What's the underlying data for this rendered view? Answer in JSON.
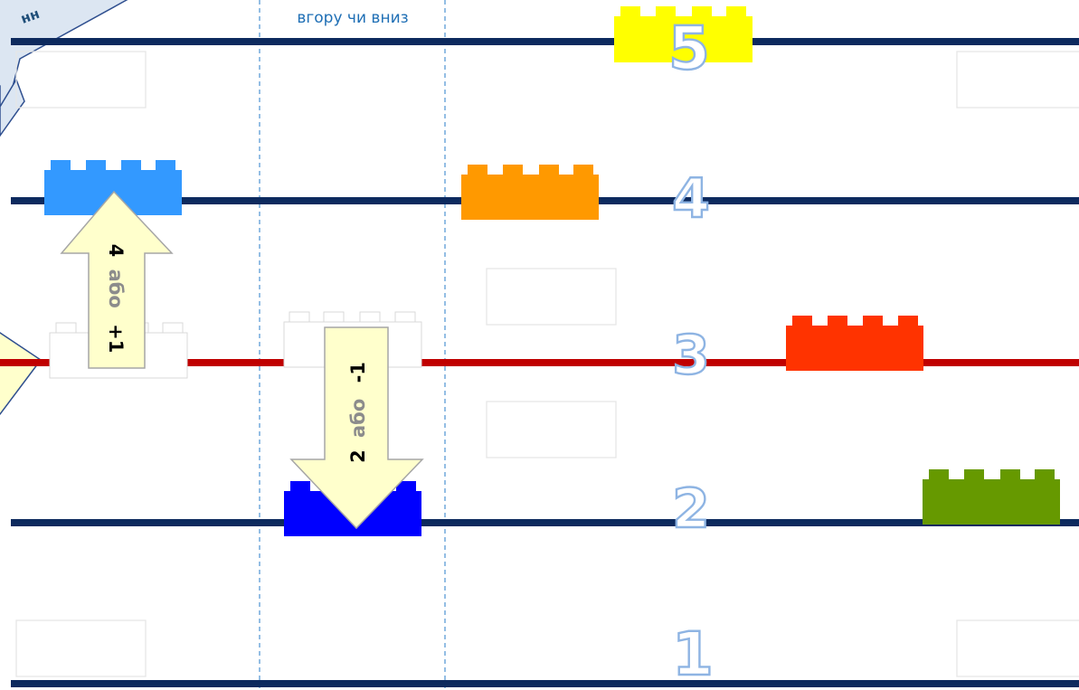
{
  "caption": "вгору чи вниз",
  "levels": [
    {
      "label": "1",
      "line_color": "#0d2a5e"
    },
    {
      "label": "2",
      "line_color": "#0d2a5e"
    },
    {
      "label": "3",
      "line_color": "#c00000"
    },
    {
      "label": "4",
      "line_color": "#0d2a5e"
    },
    {
      "label": "5",
      "line_color": "#0d2a5e"
    }
  ],
  "bricks": [
    {
      "name": "yellow-brick",
      "color": "#ffff00",
      "level": 5
    },
    {
      "name": "light-blue-brick",
      "color": "#3399ff",
      "level": 4
    },
    {
      "name": "orange-brick",
      "color": "#ff9900",
      "level": 4
    },
    {
      "name": "red-brick",
      "color": "#ff3300",
      "level": 3
    },
    {
      "name": "green-brick",
      "color": "#669900",
      "level": 2
    },
    {
      "name": "blue-brick",
      "color": "#0000ff",
      "level": 2
    },
    {
      "name": "ghost-brick-left",
      "color": "#ffffff",
      "level": 3
    },
    {
      "name": "ghost-brick-middle",
      "color": "#ffffff",
      "level": 3
    }
  ],
  "arrows": {
    "up": {
      "num": "4",
      "word": "або",
      "delta": "+1",
      "from_level": 3,
      "to_level": 4
    },
    "down": {
      "num": "2",
      "word": "або",
      "delta": "-1",
      "from_level": 3,
      "to_level": 2
    }
  },
  "colors": {
    "arrow_fill": "#ffffcc",
    "arrow_stroke": "#a6a6a6",
    "callout_fill": "#dce6f2",
    "callout_stroke": "#2f4f8f",
    "guide_line": "#5b9bd5",
    "number_outline": "#8eb4e3"
  }
}
